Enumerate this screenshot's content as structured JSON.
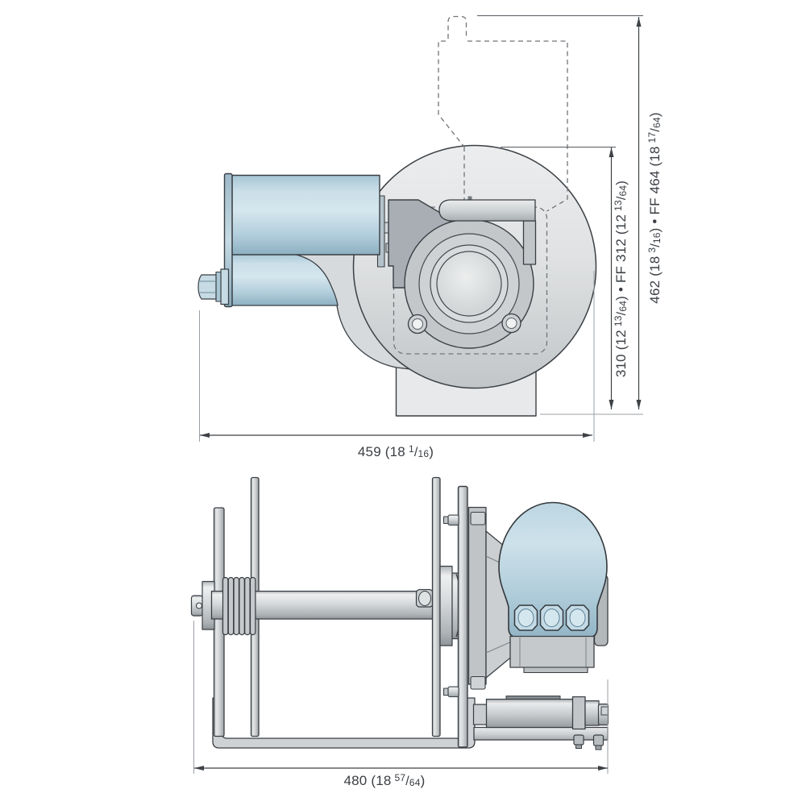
{
  "glyphs": {
    "slash": "/"
  },
  "colors": {
    "motor_blue": "#b7d2e0",
    "steel_gray": "#cdd1d3",
    "outline": "#3a3f44",
    "dash_gray": "#70757b",
    "dim_text": "#3a3e43"
  },
  "labels": {
    "width_top": {
      "pre": "459 (18",
      "num": "1",
      "den": "16",
      "post": ")"
    },
    "width_bottom": {
      "pre": "480 (18",
      "num": "57",
      "den": "64",
      "post": ")"
    },
    "height_inner": {
      "pre": "310 (12",
      "num": "13",
      "den": "64",
      "mid": ") • FF 312 (12",
      "num2": "13",
      "den2": "64",
      "post": ")"
    },
    "height_outer": {
      "pre": "462 (18",
      "num": "3",
      "den": "16",
      "mid": ") • FF 464 (18",
      "num2": "17",
      "den2": "64",
      "post": ")"
    }
  }
}
